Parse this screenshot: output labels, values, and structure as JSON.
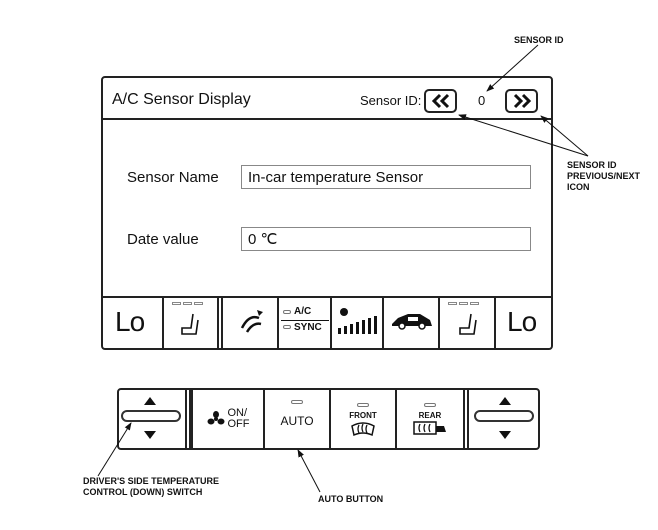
{
  "screen": {
    "title": "A/C Sensor Display",
    "sensor_id_label": "Sensor ID:",
    "sensor_id_value": "0",
    "prev_icon": "double-chevron-left-icon",
    "next_icon": "double-chevron-right-icon",
    "fields": [
      {
        "label": "Sensor Name",
        "value": "In-car temperature Sensor"
      },
      {
        "label": "Date value",
        "value": "0 ℃"
      }
    ],
    "bottom_bar": {
      "left_temp": "Lo",
      "right_temp": "Lo",
      "ac_label": "A/C",
      "sync_label": "SYNC"
    }
  },
  "panel": {
    "onoff_line1": "ON/",
    "onoff_line2": "OFF",
    "auto_label": "AUTO",
    "front_label": "FRONT",
    "rear_label": "REAR"
  },
  "callouts": {
    "sensor_id": "SENSOR ID",
    "prev_next": [
      "SENSOR ID",
      "PREVIOUS/NEXT",
      "ICON"
    ],
    "driver_temp": [
      "DRIVER'S SIDE TEMPERATURE",
      "CONTROL (DOWN) SWITCH"
    ],
    "auto_button": "AUTO BUTTON"
  }
}
